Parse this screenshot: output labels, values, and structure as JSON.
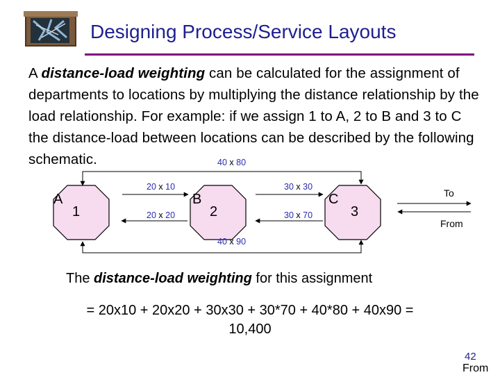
{
  "title": "Designing Process/Service Layouts",
  "body": {
    "pre": "A ",
    "emphasis": "distance-load weighting",
    "post": " can be calculated for the assignment of departments to locations by multiplying the distance relationship by the load relationship.  For example: if we assign 1 to A, 2 to B and 3 to C the distance-load between locations can be described by the following schematic."
  },
  "diagram": {
    "locations": [
      {
        "letter": "A",
        "department": "1"
      },
      {
        "letter": "B",
        "department": "2"
      },
      {
        "letter": "C",
        "department": "3"
      }
    ],
    "labels": {
      "ab_top": {
        "a": "20",
        "x": "x",
        "b": "10"
      },
      "ab_bottom": {
        "a": "20",
        "x": "x",
        "b": "20"
      },
      "bc_top": {
        "a": "30",
        "x": "x",
        "b": "30"
      },
      "bc_bottom": {
        "a": "30",
        "x": "x",
        "b": "70"
      },
      "ac_top": {
        "a": "40",
        "x": "x",
        "b": "80"
      },
      "ac_bottom": {
        "a": "40",
        "x": "x",
        "b": "90"
      }
    },
    "legend": {
      "to": "To",
      "from": "From"
    },
    "colors": {
      "octagon_fill": "#f7dcef",
      "label_blue": "#2b2bb3"
    }
  },
  "caption": {
    "pre": "The ",
    "emphasis": "distance-load weighting",
    "post": " for this assignment"
  },
  "formula": {
    "line1": "= 20x10 + 20x20 + 30x30 + 30*70 + 40*80 + 40x90 =",
    "line2": "10,400"
  },
  "page_number": "42",
  "footer": "From",
  "colors": {
    "title": "#1f1f8f",
    "rule": "#800080"
  }
}
